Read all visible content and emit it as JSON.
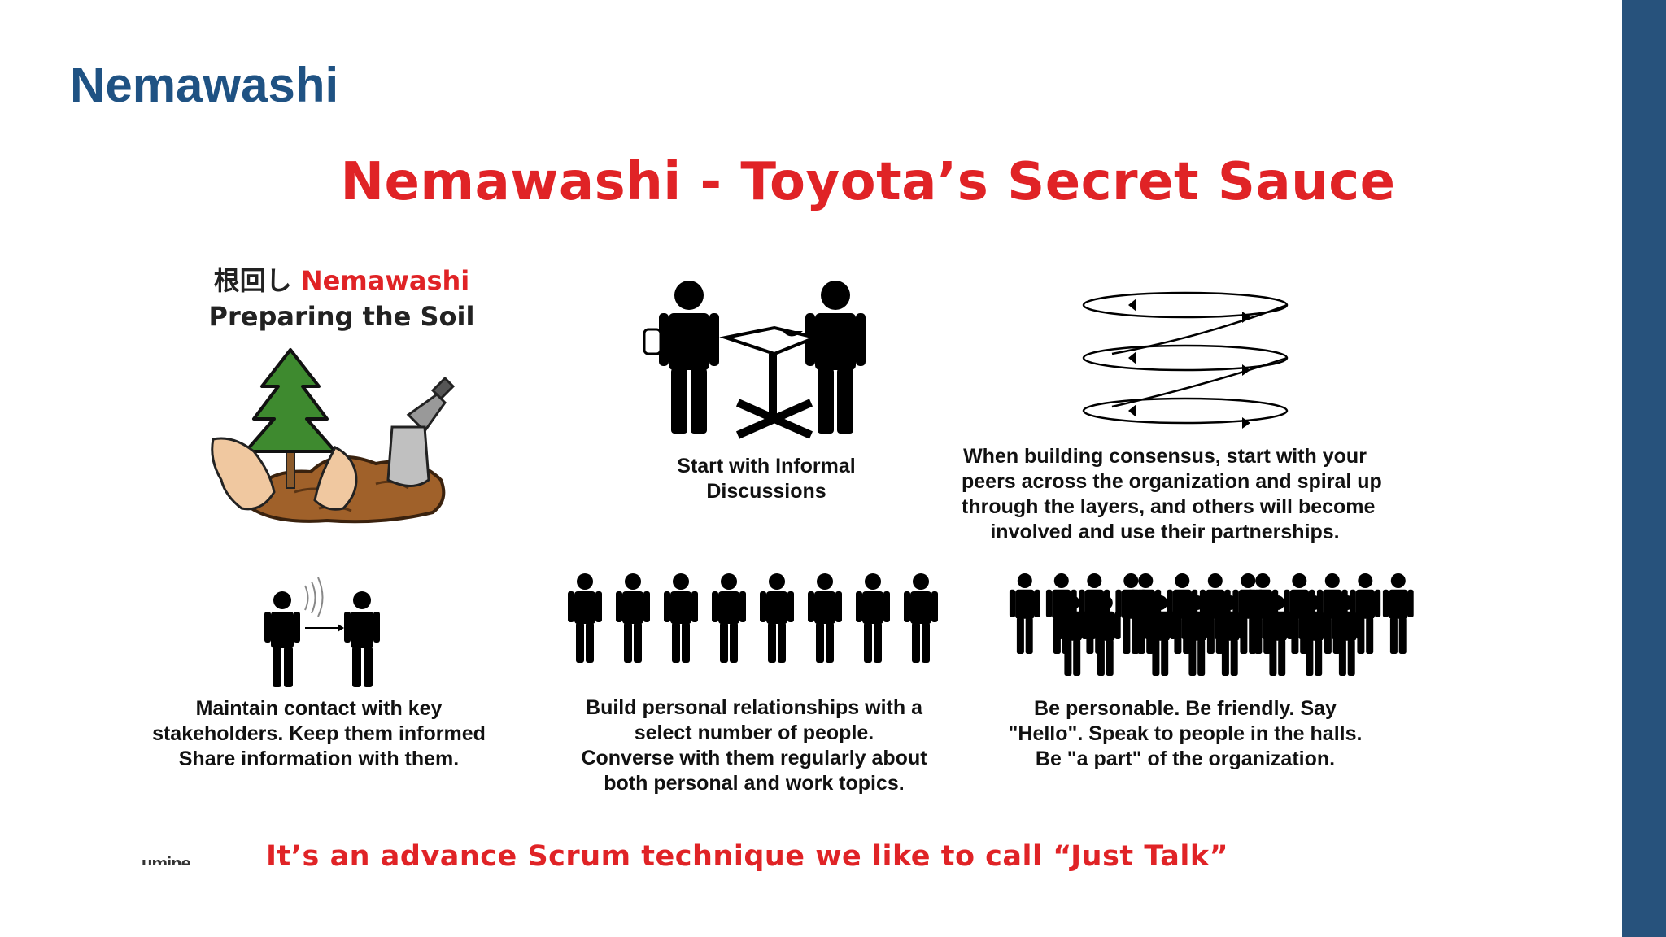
{
  "slide": {
    "title": "Nemawashi"
  },
  "diagram": {
    "main_title": "Nemawashi - Toyota’s Secret Sauce",
    "nemawashi_block": {
      "kanji": "根回し",
      "label": "Nemawashi",
      "subtitle": "Preparing the Soil"
    },
    "informal": {
      "lines": [
        "Start with Informal",
        "Discussions"
      ]
    },
    "spiral": {
      "lines": [
        "When building consensus, start  with your",
        "peers across the organization and spiral up",
        "through the layers, and others will become",
        "involved and use their partnerships."
      ]
    },
    "contact": {
      "lines": [
        "Maintain contact with key",
        "stakeholders. Keep them informed",
        "Share information with them."
      ]
    },
    "relationships": {
      "lines": [
        "Build personal relationships with a",
        "select number of people.",
        "Converse with them regularly about",
        "both personal and work topics."
      ]
    },
    "personable": {
      "lines": [
        "Be personable.  Be friendly. Say",
        "\"Hello\". Speak to people in the halls.",
        "Be \"a part\" of the organization."
      ]
    },
    "footer": "It’s an advance Scrum technique we like to call “Just Talk”",
    "footer_logo": "umine"
  },
  "colors": {
    "accent_blue": "#27527c",
    "title_blue": "#1f5283",
    "accent_red": "#e02326"
  }
}
